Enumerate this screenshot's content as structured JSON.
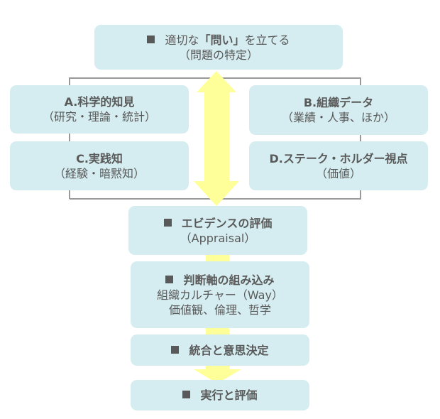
{
  "colors": {
    "box": "#d5edf0",
    "text": "#595959",
    "arrow": "#ffff99",
    "bracket": "#999999"
  },
  "top": {
    "title_pre": "適切な",
    "title_bold": "「問い」",
    "title_post": "を立てる",
    "subtitle": "（問題の特定）"
  },
  "a": {
    "title": "A.科学的知見",
    "subtitle": "（研究・理論・統計）"
  },
  "b": {
    "title": "B.組織データ",
    "subtitle": "（業績・人事、ほか）"
  },
  "c": {
    "title": "C.実践知",
    "subtitle": "（経験・暗黙知）"
  },
  "d": {
    "title": "D.ステーク・ホルダー視点",
    "subtitle": "（価値）"
  },
  "evidence": {
    "title": "エビデンスの評価",
    "subtitle": "（Appraisal）"
  },
  "judgment": {
    "title": "判断軸の組み込み",
    "line1": "組織カルチャー（Way）",
    "line2": "価値観、倫理、哲学"
  },
  "integrate": {
    "title": "統合と意思決定"
  },
  "execute": {
    "title": "実行と評価"
  }
}
